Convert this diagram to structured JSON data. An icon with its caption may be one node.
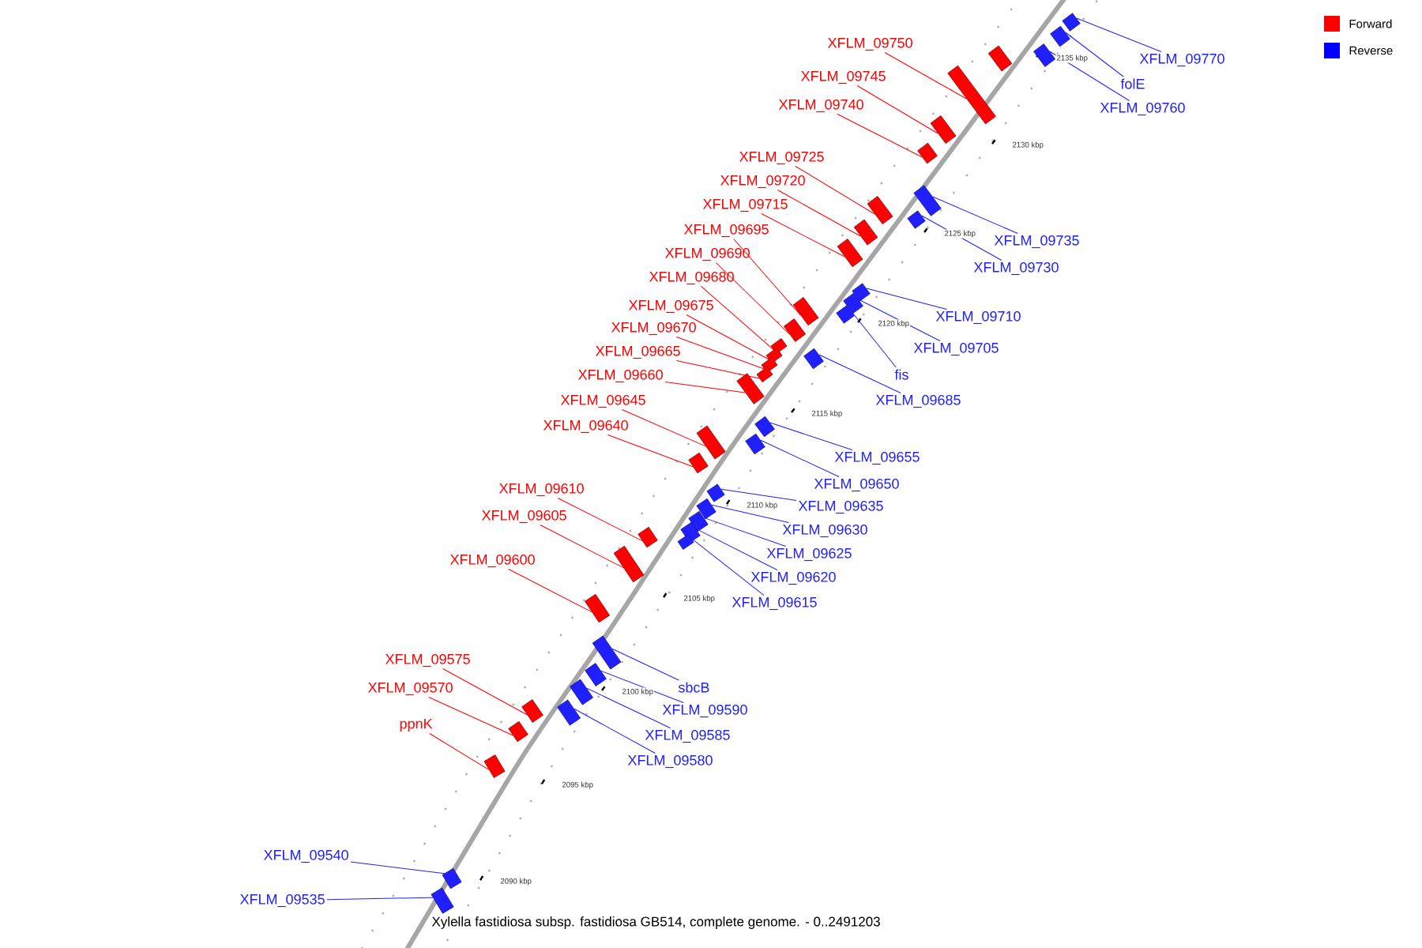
{
  "diagram": {
    "caption": "Xylella fastidiosa subsp. fastidiosa GB514, complete genome. - 0..2491203",
    "nodes": [
      {
        "text": [
          "XFLM_09770"
        ]
      },
      {
        "text": [],
        "shape": "box"
      },
      {
        "text": [
          "folE"
        ]
      },
      {
        "text": [],
        "shape": "box"
      },
      {
        "text": [
          "XFLM_09760"
        ]
      },
      {
        "text": [],
        "shape": "box"
      },
      {
        "text": [],
        "shape": "box"
      },
      {
        "text": [
          "XFLM_09750"
        ]
      },
      {
        "text": [],
        "shape": "box"
      },
      {
        "text": [
          "XFLM_09745"
        ]
      },
      {
        "text": [],
        "shape": "box"
      },
      {
        "text": [
          "XFLM_09740"
        ]
      },
      {
        "text": [],
        "shape": "box"
      },
      {
        "text": [
          "XFLM_09735"
        ]
      },
      {
        "text": [],
        "shape": "box"
      },
      {
        "text": [
          "XFLM_09725"
        ]
      },
      {
        "text": [],
        "shape": "box"
      },
      {
        "text": [
          "XFLM_09730"
        ]
      },
      {
        "text": [],
        "shape": "box"
      },
      {
        "text": [
          "XFLM_09720"
        ]
      },
      {
        "text": [],
        "shape": "box"
      },
      {
        "text": [
          "XFLM_09715"
        ]
      },
      {
        "text": [],
        "shape": "box"
      },
      {
        "text": [
          "XFLM_09710"
        ]
      },
      {
        "text": [],
        "shape": "box"
      },
      {
        "text": [
          "XFLM_09705"
        ]
      },
      {
        "text": [],
        "shape": "box"
      },
      {
        "text": [
          "XFLM_09695"
        ]
      },
      {
        "text": [],
        "shape": "box"
      },
      {
        "text": [
          "fis"
        ]
      },
      {
        "text": [],
        "shape": "box"
      },
      {
        "text": [
          "XFLM_09690"
        ]
      },
      {
        "text": [],
        "shape": "box"
      },
      {
        "text": [
          "XFLM_09680"
        ]
      },
      {
        "text": [],
        "shape": "box"
      },
      {
        "text": [
          "XFLM_09675"
        ]
      },
      {
        "text": [],
        "shape": "box"
      },
      {
        "text": [
          "XFLM_09685"
        ]
      },
      {
        "text": [],
        "shape": "box"
      },
      {
        "text": [
          "XFLM_09670"
        ]
      },
      {
        "text": [],
        "shape": "box"
      },
      {
        "text": [
          "XFLM_09665"
        ]
      },
      {
        "text": [],
        "shape": "box"
      },
      {
        "text": [
          "XFLM_09660"
        ]
      },
      {
        "text": [],
        "shape": "box"
      },
      {
        "text": [
          "XFLM_09655"
        ]
      },
      {
        "text": [],
        "shape": "box"
      },
      {
        "text": [
          "XFLM_09645"
        ]
      },
      {
        "text": [],
        "shape": "box"
      },
      {
        "text": [
          "XFLM_09650"
        ]
      },
      {
        "text": [],
        "shape": "box"
      },
      {
        "text": [
          "XFLM_09640"
        ]
      },
      {
        "text": [],
        "shape": "box"
      },
      {
        "text": [
          "XFLM_09635"
        ]
      },
      {
        "text": [],
        "shape": "box"
      },
      {
        "text": [
          "XFLM_09630"
        ]
      },
      {
        "text": [],
        "shape": "box"
      },
      {
        "text": [
          "XFLM_09625"
        ]
      },
      {
        "text": [],
        "shape": "box"
      },
      {
        "text": [
          "XFLM_09620"
        ]
      },
      {
        "text": [],
        "shape": "box"
      },
      {
        "text": [
          "XFLM_09610"
        ]
      },
      {
        "text": [],
        "shape": "box"
      },
      {
        "text": [
          "XFLM_09615"
        ]
      },
      {
        "text": [],
        "shape": "box"
      },
      {
        "text": [
          "XFLM_09605"
        ]
      },
      {
        "text": [],
        "shape": "box"
      },
      {
        "text": [
          "XFLM_09600"
        ]
      },
      {
        "text": [],
        "shape": "box"
      },
      {
        "text": [
          "sbcB"
        ]
      },
      {
        "text": [],
        "shape": "box"
      },
      {
        "text": [
          "XFLM_09590"
        ]
      },
      {
        "text": [],
        "shape": "box"
      },
      {
        "text": [
          "XFLM_09585"
        ]
      },
      {
        "text": [],
        "shape": "box"
      },
      {
        "text": [
          "XFLM_09575"
        ]
      },
      {
        "text": [],
        "shape": "box"
      },
      {
        "text": [
          "XFLM_09580"
        ]
      },
      {
        "text": [],
        "shape": "box"
      },
      {
        "text": [
          "XFLM_09570"
        ]
      },
      {
        "text": [],
        "shape": "box"
      },
      {
        "text": [
          "ppnK"
        ]
      },
      {
        "text": [],
        "shape": "box"
      },
      {
        "text": [
          "XFLM_09540"
        ]
      },
      {
        "text": [],
        "shape": "box"
      },
      {
        "text": [
          "XFLM_09535"
        ]
      },
      {
        "text": [],
        "shape": "box"
      }
    ],
    "edges": [
      {
        "from": 0,
        "to": 1,
        "arrow": "none"
      },
      {
        "from": 2,
        "to": 3,
        "arrow": "none"
      },
      {
        "from": 4,
        "to": 5,
        "arrow": "none"
      },
      {
        "from": 7,
        "to": 8,
        "arrow": "none",
        "color": "#ff0000"
      },
      {
        "from": 9,
        "to": 10,
        "arrow": "none",
        "color": "#ff0000"
      },
      {
        "from": 11,
        "to": 12,
        "arrow": "none",
        "color": "#ff0000"
      },
      {
        "from": 13,
        "to": 14,
        "arrow": "none"
      },
      {
        "from": 15,
        "to": 16,
        "arrow": "none",
        "color": "#ff0000"
      },
      {
        "from": 17,
        "to": 18,
        "arrow": "none"
      },
      {
        "from": 19,
        "to": 20,
        "arrow": "none",
        "color": "#ff0000"
      },
      {
        "from": 21,
        "to": 22,
        "arrow": "none",
        "color": "#ff0000"
      },
      {
        "from": 23,
        "to": 24,
        "arrow": "none"
      },
      {
        "from": 25,
        "to": 26,
        "arrow": "none"
      },
      {
        "from": 27,
        "to": 28,
        "arrow": "none",
        "color": "#ff0000"
      },
      {
        "from": 29,
        "to": 30,
        "arrow": "none"
      },
      {
        "from": 31,
        "to": 32,
        "arrow": "none",
        "color": "#ff0000"
      },
      {
        "from": 33,
        "to": 34,
        "arrow": "none",
        "color": "#ff0000"
      },
      {
        "from": 35,
        "to": 36,
        "arrow": "none",
        "color": "#ff0000"
      },
      {
        "from": 37,
        "to": 38,
        "arrow": "none"
      },
      {
        "from": 39,
        "to": 40,
        "arrow": "none",
        "color": "#ff0000"
      },
      {
        "from": 41,
        "to": 42,
        "arrow": "none",
        "color": "#ff0000"
      },
      {
        "from": 43,
        "to": 44,
        "arrow": "none",
        "color": "#ff0000"
      },
      {
        "from": 45,
        "to": 46,
        "arrow": "none"
      },
      {
        "from": 47,
        "to": 48,
        "arrow": "none",
        "color": "#ff0000"
      },
      {
        "from": 49,
        "to": 50,
        "arrow": "none"
      },
      {
        "from": 51,
        "to": 52,
        "arrow": "none",
        "color": "#ff0000"
      },
      {
        "from": 53,
        "to": 54,
        "arrow": "none"
      },
      {
        "from": 55,
        "to": 56,
        "arrow": "none"
      },
      {
        "from": 57,
        "to": 58,
        "arrow": "none"
      },
      {
        "from": 59,
        "to": 60,
        "arrow": "none"
      },
      {
        "from": 61,
        "to": 62,
        "arrow": "none",
        "color": "#ff0000"
      },
      {
        "from": 63,
        "to": 64,
        "arrow": "none"
      },
      {
        "from": 65,
        "to": 66,
        "arrow": "none",
        "color": "#ff0000"
      },
      {
        "from": 67,
        "to": 68,
        "arrow": "none",
        "color": "#ff0000"
      },
      {
        "from": 69,
        "to": 70,
        "arrow": "none"
      },
      {
        "from": 71,
        "to": 72,
        "arrow": "none"
      },
      {
        "from": 73,
        "to": 74,
        "arrow": "none"
      },
      {
        "from": 75,
        "to": 76,
        "arrow": "none",
        "color": "#ff0000"
      },
      {
        "from": 77,
        "to": 78,
        "arrow": "none"
      },
      {
        "from": 79,
        "to": 80,
        "arrow": "none",
        "color": "#ff0000"
      },
      {
        "from": 81,
        "to": 82,
        "arrow": "none",
        "color": "#ff0000"
      },
      {
        "from": 83,
        "to": 84,
        "arrow": "none"
      },
      {
        "from": 85,
        "to": 86,
        "arrow": "none"
      }
    ],
    "labels": [
      "2135 kbp",
      "2130 kbp",
      "2125 kbp",
      "2120 kbp",
      "2115 kbp",
      "2110 kbp",
      "2105 kbp",
      "2100 kbp",
      "2095 kbp",
      "2090 kbp"
    ],
    "legend": [
      {
        "text": "Forward",
        "color": "#ff0000"
      },
      {
        "text": "Reverse",
        "color": "#0000ff"
      }
    ]
  }
}
